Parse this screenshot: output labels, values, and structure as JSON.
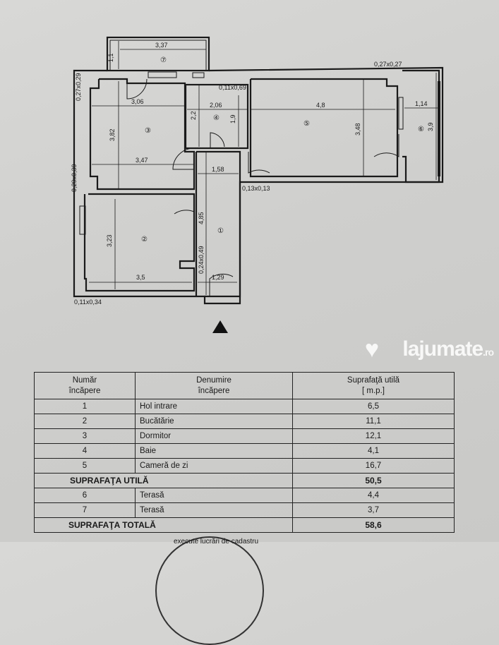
{
  "plan": {
    "dimensions": {
      "terrace7_width": "3,37",
      "terrace7_depth": "1,1",
      "room3_top_width": "3,06",
      "room3_height": "3,82",
      "room3_bottom_width": "3,47",
      "room4_width": "2,06",
      "room4_height": "2,2",
      "room4_height2": "1,9",
      "room4_niche": "0,11x0,69",
      "room5_width": "4,8",
      "room5_height": "3,48",
      "room6_width": "1,14",
      "room6_height": "3,9",
      "hall_width": "1,58",
      "hall_length": "4,85",
      "hall_niche": "0,24x0,49",
      "hall_entry_width": "1,29",
      "room2_height": "3,23",
      "room2_width": "3,5",
      "col_top_left": "0,27x0,29",
      "col_left": "0,29x0,39",
      "col_bottom_left": "0,11x0,34",
      "col_top_right": "0,27x0,27",
      "col_inner": "0,13x0,13"
    },
    "room_numbers": [
      "①",
      "②",
      "③",
      "④",
      "⑤",
      "⑥",
      "⑦"
    ]
  },
  "table": {
    "headers": [
      "Număr\nîncăpere",
      "Denumire\nîncăpere",
      "Suprafaţă utilă\n[ m.p.]"
    ],
    "header_lines": [
      [
        "Număr",
        "încăpere"
      ],
      [
        "Denumire",
        "încăpere"
      ],
      [
        "Suprafaţă utilă",
        "[ m.p.]"
      ]
    ],
    "rows": [
      {
        "nr": "1",
        "name": "Hol intrare",
        "area": "6,5"
      },
      {
        "nr": "2",
        "name": "Bucătărie",
        "area": "11,1"
      },
      {
        "nr": "3",
        "name": "Dormitor",
        "area": "12,1"
      },
      {
        "nr": "4",
        "name": "Baie",
        "area": "4,1"
      },
      {
        "nr": "5",
        "name": "Cameră de zi",
        "area": "16,7"
      }
    ],
    "subtotal": {
      "label": "SUPRAFAŢA UTILĂ",
      "value": "50,5"
    },
    "terraces": [
      {
        "nr": "6",
        "name": "Terasă",
        "area": "4,4"
      },
      {
        "nr": "7",
        "name": "Terasă",
        "area": "3,7"
      }
    ],
    "total": {
      "label": "SUPRAFAŢA TOTALĂ",
      "value": "58,6"
    }
  },
  "stamp_text": "execute lucrări de cadastru",
  "watermark": {
    "brand": "lajumate",
    "tld": ".ro"
  }
}
